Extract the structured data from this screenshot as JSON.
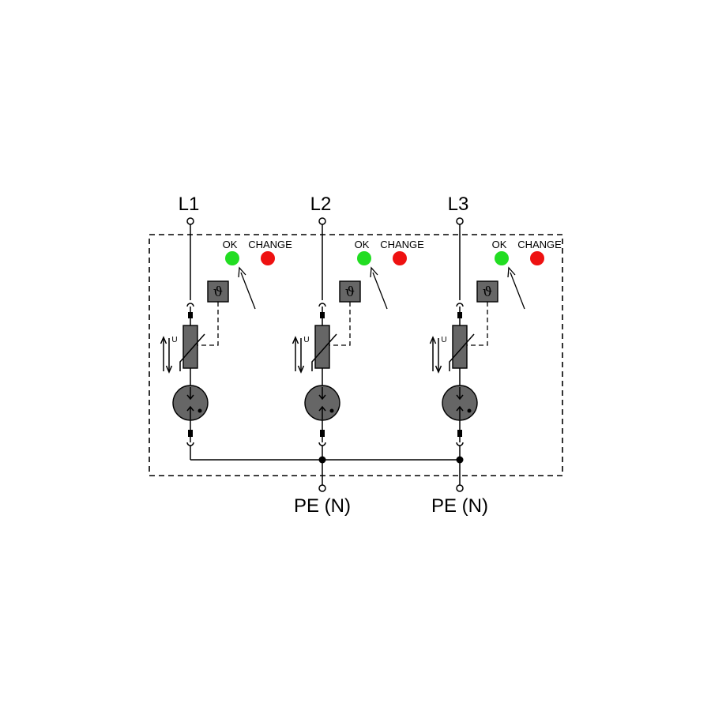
{
  "phases": [
    {
      "terminal": "L1",
      "ok_label": "OK",
      "change_label": "CHANGE"
    },
    {
      "terminal": "L2",
      "ok_label": "OK",
      "change_label": "CHANGE"
    },
    {
      "terminal": "L3",
      "ok_label": "OK",
      "change_label": "CHANGE"
    }
  ],
  "pe_terminals": [
    "PE (N)",
    "PE (N)"
  ],
  "thermal_symbol": "ϑ",
  "varistor_symbol": "U",
  "colors": {
    "ok_led": "#22dd22",
    "change_led": "#ee1111",
    "component_fill": "#666666",
    "line": "#000000",
    "background": "#ffffff"
  },
  "icons": {
    "thermal": "thermal-disconnect-icon",
    "varistor": "varistor-icon",
    "gap": "spark-gap-icon"
  }
}
